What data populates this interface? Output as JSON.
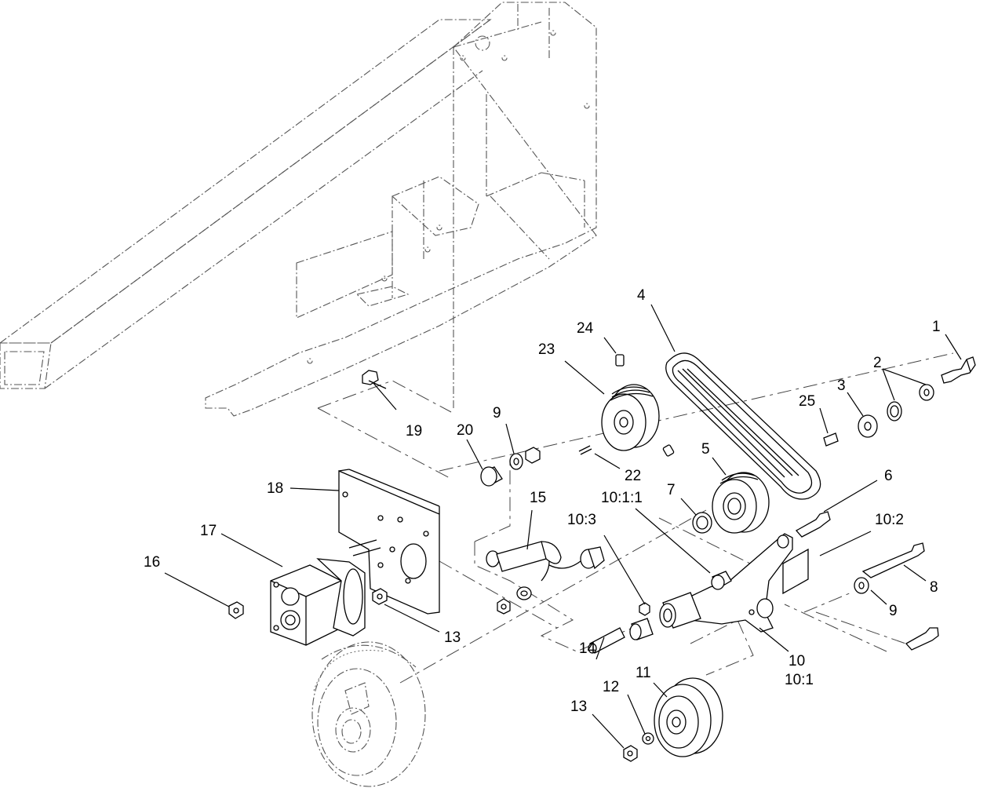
{
  "callouts": {
    "c1": "1",
    "c2": "2",
    "c3": "3",
    "c4": "4",
    "c5": "5",
    "c6": "6",
    "c7": "7",
    "c8": "8",
    "c9a": "9",
    "c9b": "9",
    "c10": "10",
    "c10_1": "10:1",
    "c10_1_1": "10:1:1",
    "c10_2": "10:2",
    "c10_3": "10:3",
    "c11": "11",
    "c12": "12",
    "c13a": "13",
    "c13b": "13",
    "c14": "14",
    "c15": "15",
    "c16": "16",
    "c17": "17",
    "c18": "18",
    "c19": "19",
    "c20": "20",
    "c22": "22",
    "c23": "23",
    "c24": "24",
    "c25": "25"
  }
}
